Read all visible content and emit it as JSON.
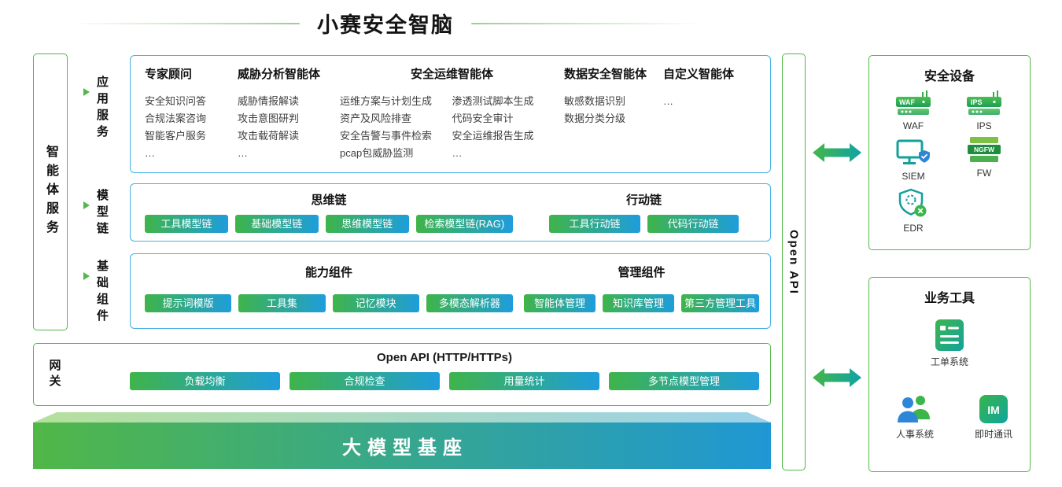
{
  "title": "小赛安全智脑",
  "left_rail": {
    "label": "智能体服务"
  },
  "row_labels": {
    "app": "应用服务",
    "model": "模型链",
    "base": "基础组件"
  },
  "app_services": {
    "col1": {
      "header": "专家顾问",
      "items": [
        "安全知识问答",
        "合规法案咨询",
        "智能客户服务",
        "…"
      ]
    },
    "col2": {
      "header": "威胁分析智能体",
      "items": [
        "威胁情报解读",
        "攻击意图研判",
        "攻击载荷解读",
        "…"
      ]
    },
    "col3": {
      "header": "安全运维智能体",
      "items_left": [
        "运维方案与计划生成",
        "资产及风险排查",
        "安全告警与事件检索",
        "pcap包威胁监测"
      ],
      "items_right": [
        "渗透测试脚本生成",
        "代码安全审计",
        "安全运维报告生成",
        "…"
      ]
    },
    "col4": {
      "header": "数据安全智能体",
      "items": [
        "敏感数据识别",
        "数据分类分级"
      ]
    },
    "col5": {
      "header": "自定义智能体",
      "items": [
        "…"
      ]
    }
  },
  "model_chain": {
    "thought_title": "思维链",
    "thought_buttons": [
      "工具模型链",
      "基础模型链",
      "思维模型链",
      "检索模型链(RAG)"
    ],
    "action_title": "行动链",
    "action_buttons": [
      "工具行动链",
      "代码行动链"
    ]
  },
  "base_components": {
    "capability_title": "能力组件",
    "capability_buttons": [
      "提示词模版",
      "工具集",
      "记忆模块",
      "多模态解析器"
    ],
    "management_title": "管理组件",
    "management_buttons": [
      "智能体管理",
      "知识库管理",
      "第三方管理工具"
    ]
  },
  "gateway": {
    "label": "网关",
    "title": "Open API (HTTP/HTTPs)",
    "buttons": [
      "负载均衡",
      "合规检查",
      "用量统计",
      "多节点模型管理"
    ]
  },
  "foundation_label": "大模型基座",
  "open_api_label": "Open API",
  "security_devices": {
    "title": "安全设备",
    "waf_icon_text": "WAF",
    "waf_label": "WAF",
    "ips_icon_text": "IPS",
    "ips_label": "IPS",
    "siem_label": "SIEM",
    "ngfw_badge": "NGFW",
    "fw_label": "FW",
    "edr_label": "EDR"
  },
  "business_tools": {
    "title": "业务工具",
    "ticket_label": "工单系统",
    "hr_label": "人事系统",
    "im_icon_text": "IM",
    "im_label": "即时通讯"
  },
  "colors": {
    "outer_border_green": "#52b848",
    "inner_border_blue": "#45b0e2",
    "button_gradient_start": "#3fb44a",
    "button_gradient_end": "#1e9ddc",
    "banner_gradient_start": "#50b747",
    "banner_gradient_end": "#1f97d4",
    "arrow_gradient_start": "#45b649",
    "arrow_gradient_end": "#0fa3a5"
  }
}
